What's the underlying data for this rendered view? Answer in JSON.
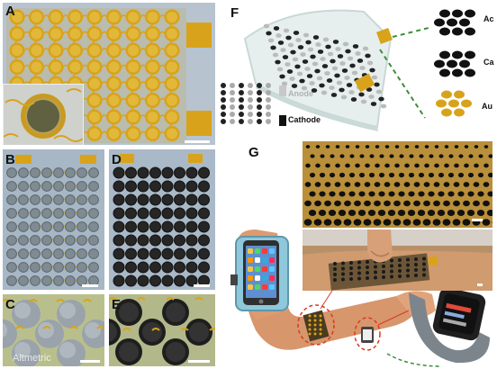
{
  "panels": {
    "a": "A",
    "b": "B",
    "c": "C",
    "d": "D",
    "e": "E",
    "f": "F",
    "g": "G"
  },
  "schematic": {
    "anode": "Anode",
    "cathode": "Cathode",
    "ac": "Ac",
    "ca": "Ca",
    "au": "Au"
  },
  "watermark": "Altmetric",
  "colors": {
    "gold": "#d8a31b",
    "electrode_dark": "#2a2a2a",
    "electrode_grey": "#8f98a0",
    "background_blue": "#a9b8c8",
    "skin": "#d99a72",
    "armband": "#8fc7d9"
  }
}
